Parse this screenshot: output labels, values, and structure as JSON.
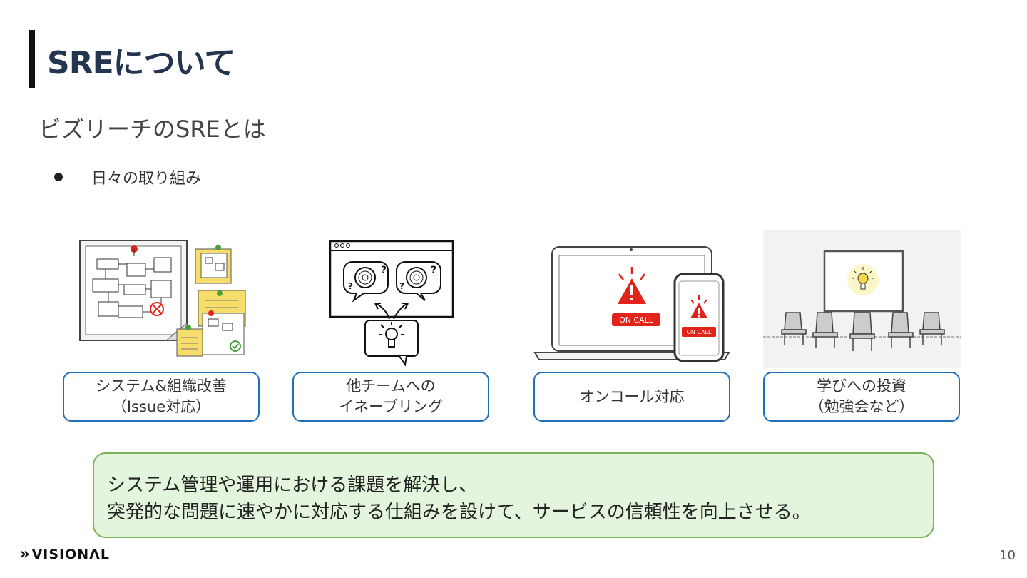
{
  "header": {
    "title": "SREについて"
  },
  "subtitle": "ビズリーチのSREとは",
  "bullet": "日々の取り組み",
  "cards": [
    {
      "line1": "システム&組織改善",
      "line2": "（Issue対応）"
    },
    {
      "line1": "他チームへの",
      "line2": "イネーブリング"
    },
    {
      "line1": "オンコール対応",
      "line2": ""
    },
    {
      "line1": "学びへの投資",
      "line2": "（勉強会など）"
    }
  ],
  "illustrations": {
    "oncall_badge": "ON CALL",
    "oncall_badge_small": "ON CALL"
  },
  "note": {
    "line1": "システム管理や運用における課題を解決し、",
    "line2": "突発的な問題に速やかに対応する仕組みを設けて、サービスの信頼性を向上させる。"
  },
  "footer": {
    "logo": "VISIONΛL",
    "page": "10"
  },
  "colors": {
    "title": "#23354f",
    "card_border": "#1f6fb8",
    "note_bg": "#e3f5dc",
    "note_border": "#7cb35a",
    "alert_red": "#e2231a"
  }
}
